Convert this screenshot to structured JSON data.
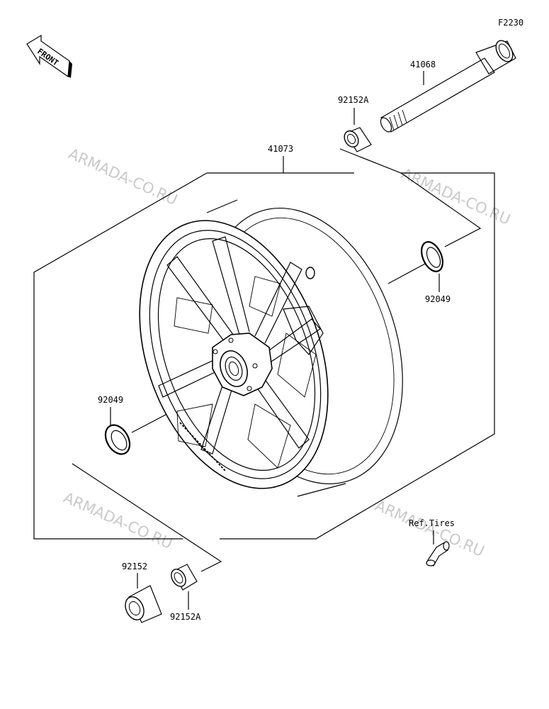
{
  "figure_code": "F2230",
  "front_arrow": {
    "label": "FRONT"
  },
  "watermark": "ARMADA-CO.RU",
  "parts": {
    "axle": "41068",
    "wheel": "41073",
    "collar_top": "92152A",
    "seal_right": "92049",
    "seal_left": "92049",
    "spacer": "92152",
    "collar_bottom": "92152A",
    "valve_ref": "Ref.Tires"
  }
}
